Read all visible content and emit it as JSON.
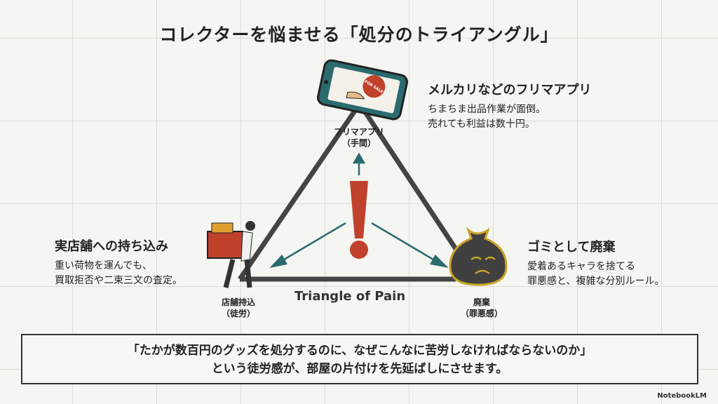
{
  "title": "コレクターを悩ませる「処分のトライアングル」",
  "top": {
    "node_label": "フリマアプリ",
    "node_sub": "（手間）",
    "heading": "メルカリなどのフリマアプリ",
    "lines": [
      "ちまちま出品作業が面倒。",
      "売れても利益は数十円。"
    ],
    "sign_text": "FOR SALE"
  },
  "left": {
    "node_label": "店舗持込",
    "node_sub": "（徒労）",
    "heading": "実店舗への持ち込み",
    "lines": [
      "重い荷物を運んでも、",
      "買取拒否や二束三文の査定。"
    ]
  },
  "right": {
    "node_label": "廃棄",
    "node_sub": "（罪悪感）",
    "heading": "ゴミとして廃棄",
    "lines": [
      "愛着あるキャラを捨てる",
      "罪悪感と、複雑な分別ルール。"
    ]
  },
  "triangle_caption": "Triangle of Pain",
  "quote": {
    "line1": "「たかが数百円のグッズを処分するのに、なぜこんなに苦労しなければならないのか」",
    "line2": "という徒労感が、部屋の片付けを先延ばしにさせます。"
  },
  "brand": "NotebookLM",
  "colors": {
    "accent_red": "#c0412c",
    "teal": "#2b6b6f",
    "line": "#444444"
  }
}
